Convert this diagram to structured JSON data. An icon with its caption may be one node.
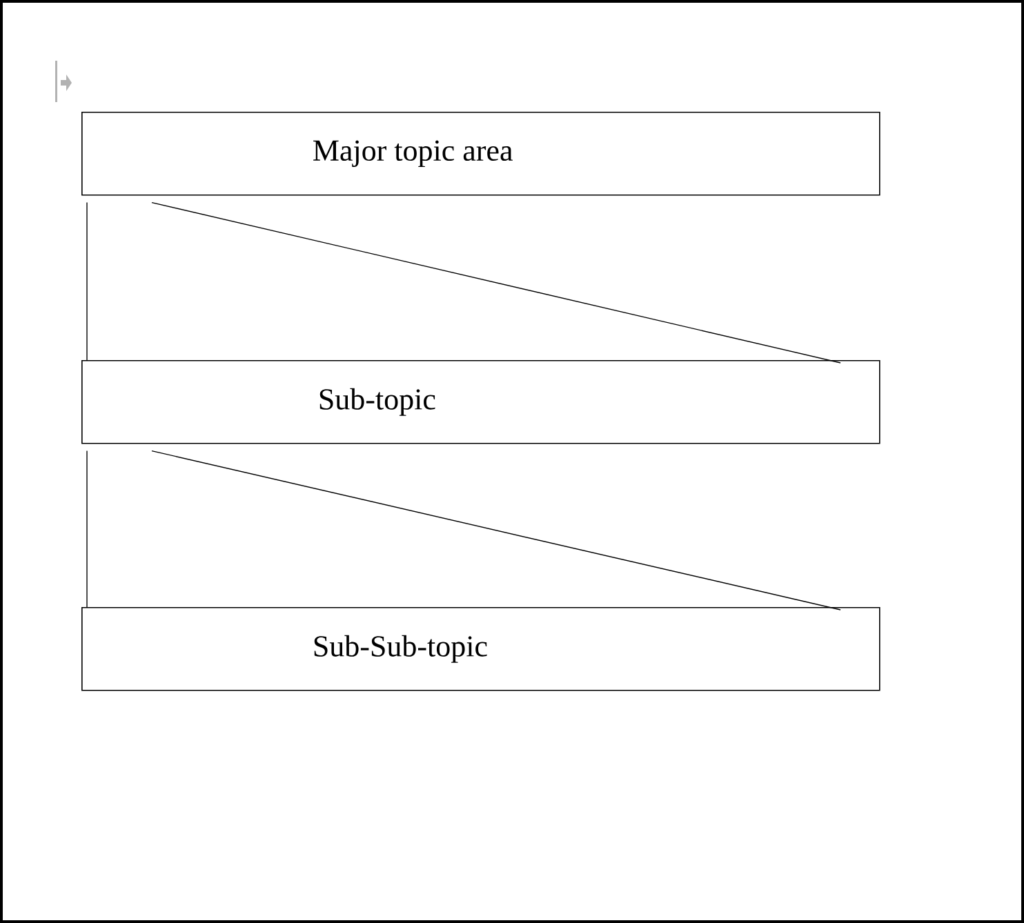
{
  "diagram": {
    "nodes": [
      {
        "text": [
          "Major topic area"
        ]
      },
      {
        "text": [
          "Sub-topic"
        ]
      },
      {
        "text": [
          "Sub-Sub-topic"
        ]
      }
    ],
    "edges": [
      {
        "from": 0,
        "to": 1,
        "arrow": "none"
      },
      {
        "from": 0,
        "to": 1,
        "arrow": "none"
      },
      {
        "from": 1,
        "to": 2,
        "arrow": "none"
      },
      {
        "from": 1,
        "to": 2,
        "arrow": "none"
      }
    ]
  }
}
